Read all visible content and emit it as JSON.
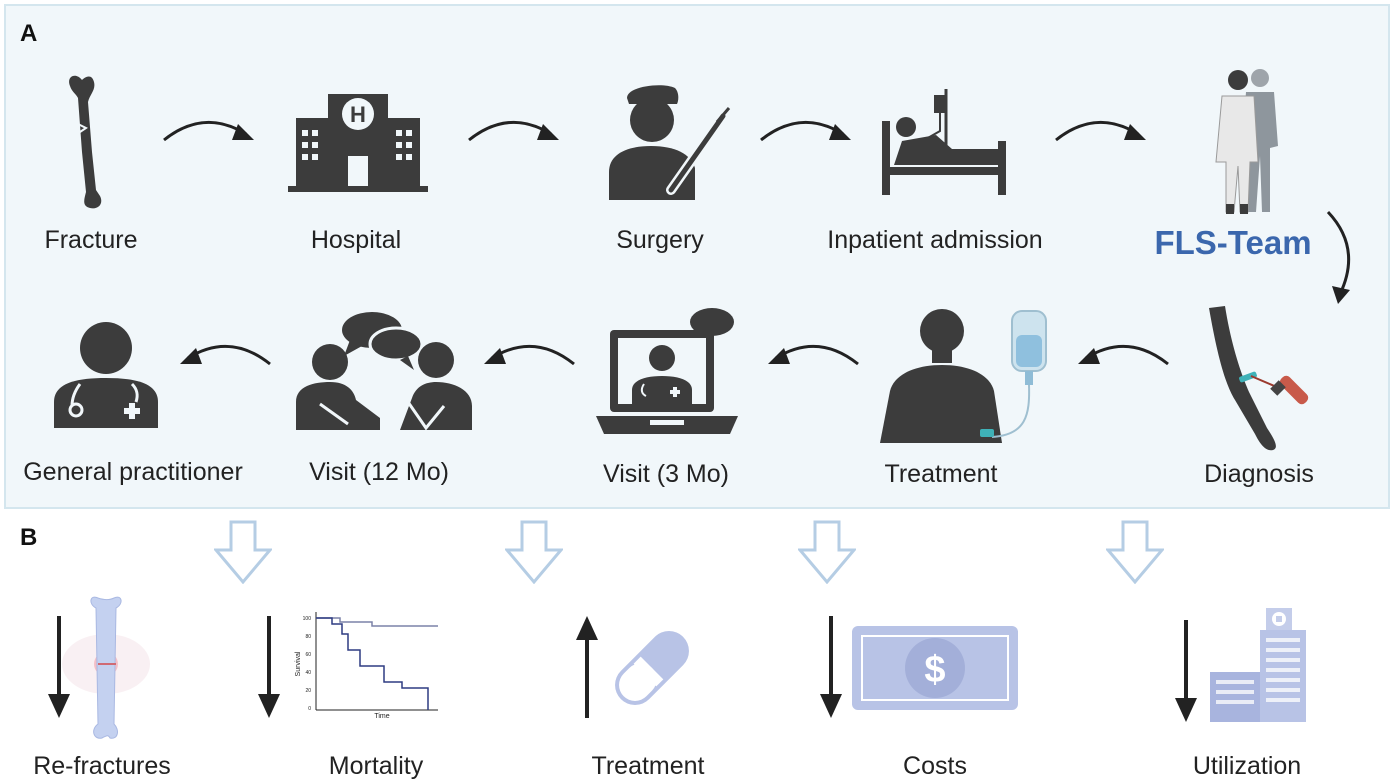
{
  "panel_a": {
    "letter": "A",
    "steps_row1": [
      "Fracture",
      "Hospital",
      "Surgery",
      "Inpatient admission",
      "FLS-Team"
    ],
    "steps_row2": [
      "General practitioner",
      "Visit (12 Mo)",
      "Visit (3 Mo)",
      "Treatment",
      "Diagnosis"
    ]
  },
  "panel_b": {
    "letter": "B",
    "outcomes": [
      {
        "label": "Re-fractures",
        "direction": "down"
      },
      {
        "label": "Mortality",
        "direction": "down"
      },
      {
        "label": "Treatment",
        "direction": "up"
      },
      {
        "label": "Costs",
        "direction": "down"
      },
      {
        "label": "Utilization",
        "direction": "down"
      }
    ],
    "survival_plot": {
      "ylabel": "Survival",
      "xlabel": "Time",
      "yticks": [
        "100",
        "80",
        "60",
        "40",
        "20",
        "0"
      ]
    },
    "money_symbol": "$"
  },
  "colors": {
    "icon_dark": "#3c3c3c",
    "fls_blue": "#3b67ad",
    "panel_bg": "#f1f7fa",
    "light_blue": "#b8c3e6",
    "outline_blue": "#b5cde4"
  }
}
